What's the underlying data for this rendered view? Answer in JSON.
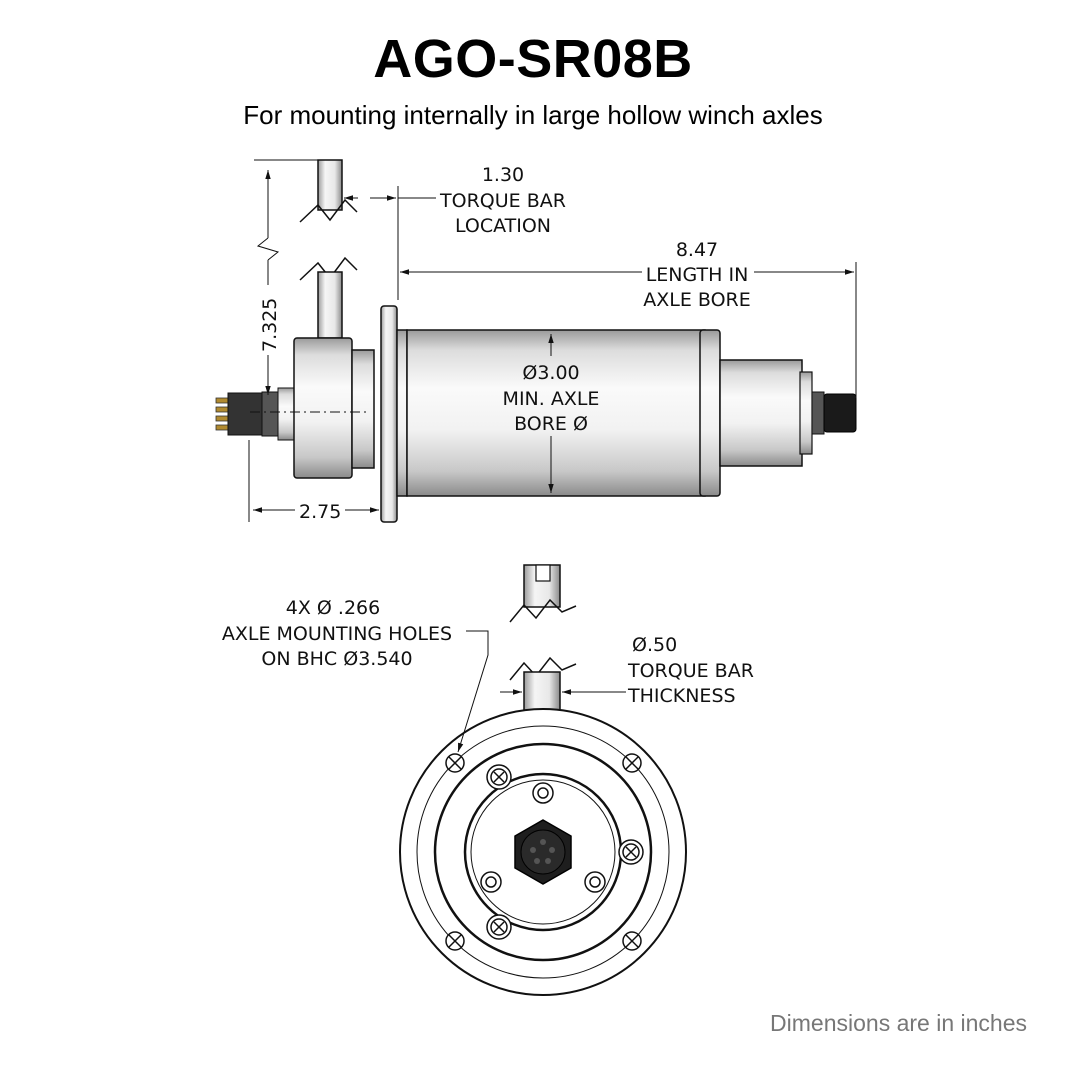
{
  "title": "AGO-SR08B",
  "subtitle": "For mounting internally in large hollow winch axles",
  "footnote": "Dimensions are in inches",
  "side_view": {
    "torque_bar_location": {
      "value": "1.30",
      "line1": "TORQUE BAR",
      "line2": "LOCATION"
    },
    "length_in_axle_bore": {
      "value": "8.47",
      "line1": "LENGTH IN",
      "line2": "AXLE BORE"
    },
    "min_axle_bore": {
      "value": "Ø3.00",
      "line1": "MIN. AXLE",
      "line2": "BORE Ø"
    },
    "height": {
      "value": "7.325"
    },
    "flange_offset": {
      "value": "2.75"
    }
  },
  "end_view": {
    "mounting_holes": {
      "line1": "4X  Ø .266",
      "line2": "AXLE MOUNTING HOLES",
      "line3": "ON BHC  Ø3.540"
    },
    "torque_bar_thickness": {
      "value": "Ø.50",
      "line1": "TORQUE BAR",
      "line2": "THICKNESS"
    }
  },
  "colors": {
    "line": "#111111",
    "footnote": "#777777"
  }
}
